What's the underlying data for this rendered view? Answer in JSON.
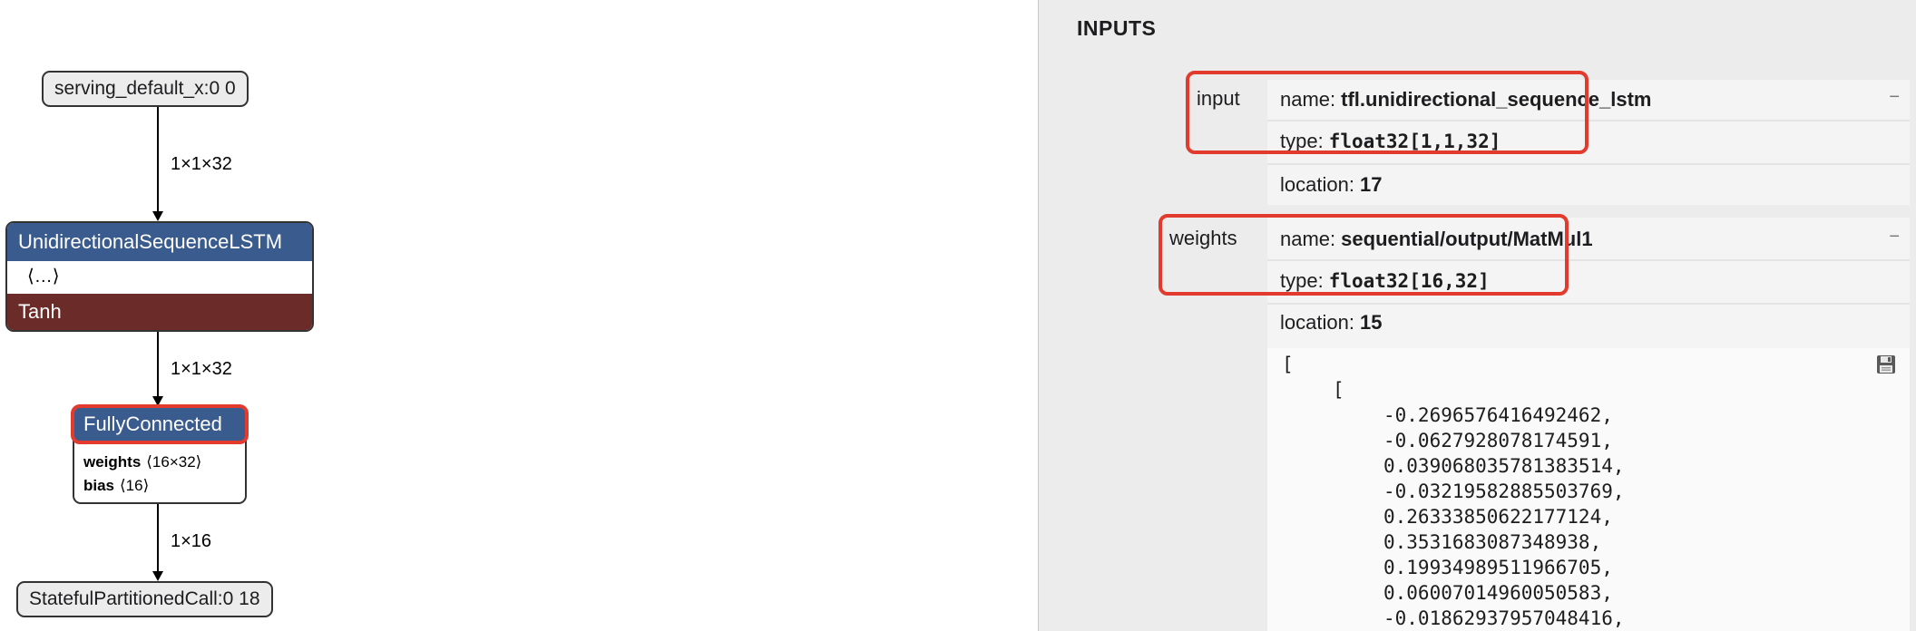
{
  "graph": {
    "input_node": "serving_default_x:0 0",
    "edge1_label": "1×1×32",
    "lstm": {
      "title": "UnidirectionalSequenceLSTM",
      "attributes": "⟨…⟩",
      "activation": "Tanh"
    },
    "edge2_label": "1×1×32",
    "fc": {
      "title": "FullyConnected",
      "weights_label": "weights",
      "weights_shape": "⟨16×32⟩",
      "bias_label": "bias",
      "bias_shape": "⟨16⟩"
    },
    "edge3_label": "1×16",
    "output_node": "StatefulPartitionedCall:0 18"
  },
  "sidebar": {
    "section_title": "INPUTS",
    "input": {
      "label": "input",
      "name_key": "name:",
      "name_value": "tfl.unidirectional_sequence_lstm",
      "type_key": "type:",
      "type_value": "float32[1,1,32]",
      "location_key": "location:",
      "location_value": "17",
      "collapse": "−"
    },
    "weights": {
      "label": "weights",
      "name_key": "name:",
      "name_value": "sequential/output/MatMul1",
      "type_key": "type:",
      "type_value": "float32[16,32]",
      "location_key": "location:",
      "location_value": "15",
      "collapse": "−",
      "values_open": "[",
      "values_inner_open": "[",
      "values": [
        "-0.2696576416492462,",
        "-0.0627928078174591,",
        "0.039068035781383514,",
        "-0.03219582885503769,",
        "0.26333850622177124,",
        "0.3531683087348938,",
        "0.19934989511966705,",
        "0.06007014960050583,",
        "-0.01862937957048416,"
      ]
    },
    "save_icon": "floppy-disk-icon"
  },
  "colors": {
    "node_header": "#3a5b8d",
    "activation": "#6b2b28",
    "highlight": "#e23b2e",
    "sidebar_bg": "#ececec"
  }
}
